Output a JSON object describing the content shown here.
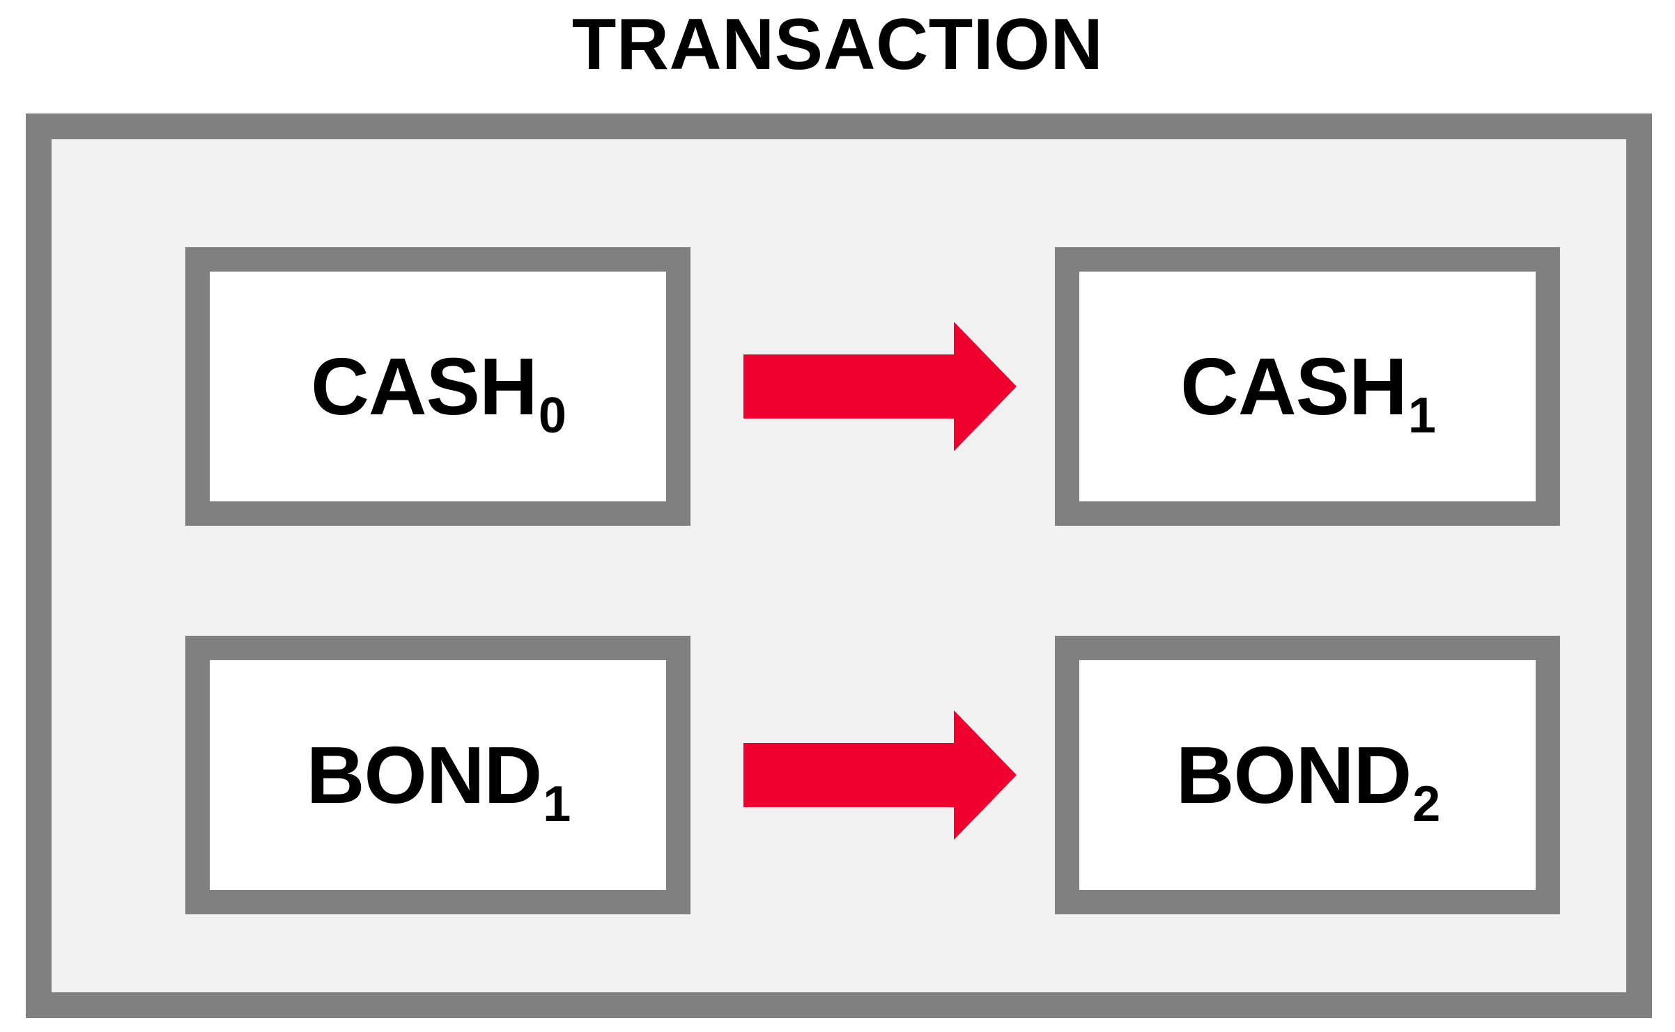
{
  "title": "TRANSACTION",
  "colors": {
    "page_background": "#ffffff",
    "frame_border": "#808080",
    "frame_fill": "#f1f1f2",
    "box_border": "#808080",
    "box_fill": "#ffffff",
    "text": "#000000",
    "arrow": "#f0002e"
  },
  "rows": [
    {
      "name": "cash-row",
      "from": {
        "base": "CASH",
        "subscript": "0",
        "full": "CASH0"
      },
      "arrow": {
        "icon": "right-arrow-icon",
        "direction": "right"
      },
      "to": {
        "base": "CASH",
        "subscript": "1",
        "full": "CASH1"
      }
    },
    {
      "name": "bond-row",
      "from": {
        "base": "BOND",
        "subscript": "1",
        "full": "BOND1"
      },
      "arrow": {
        "icon": "right-arrow-icon",
        "direction": "right"
      },
      "to": {
        "base": "BOND",
        "subscript": "2",
        "full": "BOND2"
      }
    }
  ]
}
